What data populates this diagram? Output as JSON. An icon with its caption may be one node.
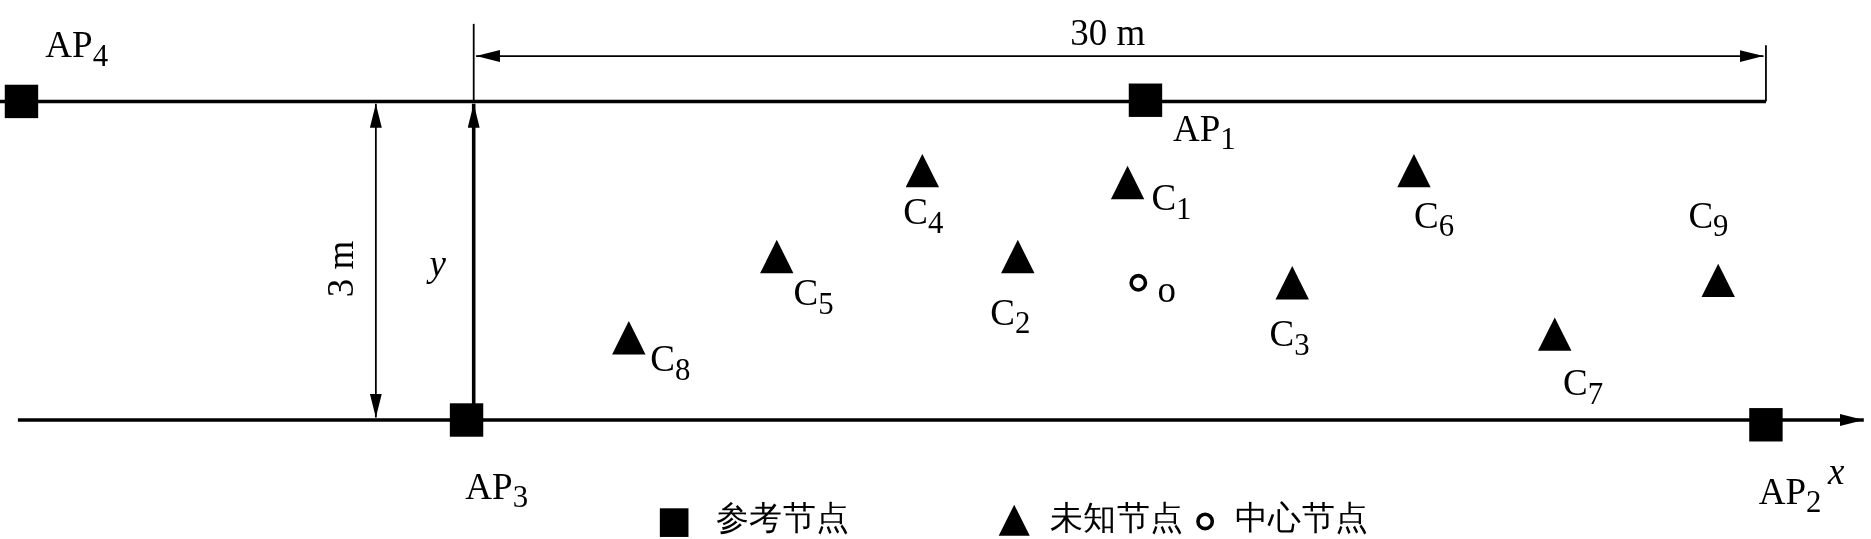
{
  "diagram": {
    "labels": [
      "AP$_{4}$",
      "30 m",
      "AP$_{1}$",
      "C$_{4}$",
      "C$_{1}$",
      "C$_{6}$",
      "C$_{9}$",
      "3 m",
      "y",
      "C$_{5}$",
      "C$_{2}$",
      "o",
      "C$_{3}$",
      "C$_{8}$",
      "C$_{7}$",
      "AP$_{3}$",
      "x",
      "AP$_{2}$"
    ],
    "legend": [
      {
        "text": "参考节点"
      },
      {
        "text": "未知节点"
      },
      {
        "text": "中心节点"
      }
    ]
  }
}
